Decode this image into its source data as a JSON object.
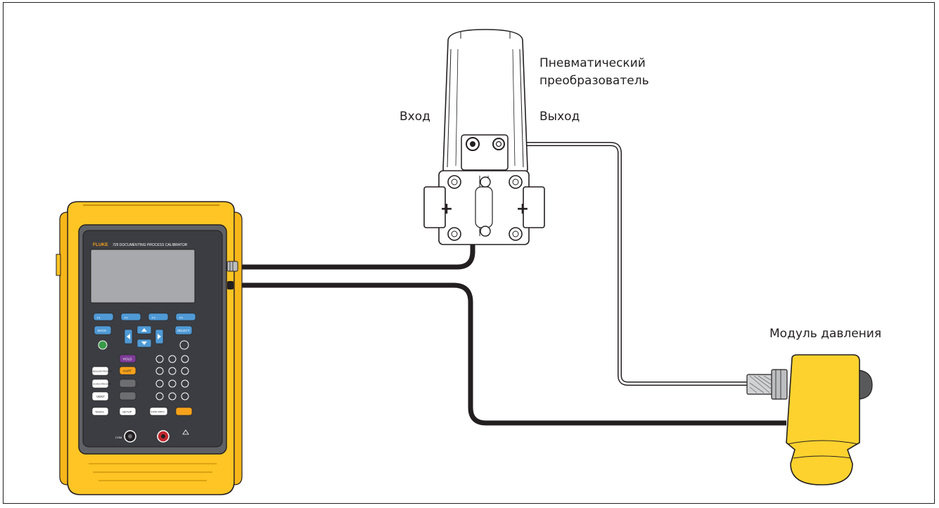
{
  "labels": {
    "transmitter_line1": "Пневматический",
    "transmitter_line2": "преобразователь",
    "input": "Вход",
    "output": "Выход",
    "pressure_module": "Модуль давления"
  },
  "calibrator": {
    "brand": "FLUKE",
    "model_title": "729 DOCUMENTING PROCESS CALIBRATOR",
    "softkeys": [
      "F1",
      "F2",
      "F3",
      "F4"
    ],
    "keys": {
      "back": "BACK",
      "select": "SELECT",
      "hold": "HOLD",
      "hart": "HART",
      "measure_pressure": "MEASURE PRESSURE",
      "source_pressure": "SOURCE PRESSURE",
      "vent": "VENT",
      "tasks": "TASKS",
      "setup": "SETUP",
      "clear_zero": "CLEAR (ZERO)",
      "com": "COM"
    }
  },
  "transmitter": {
    "plus_left": "+",
    "plus_right": "+"
  },
  "colors": {
    "housing_yellow": "#fec524",
    "module_yellow": "#fdd22e",
    "dark_panel": "#3b3d42",
    "screen_gray": "#a7a9ac",
    "softkey_blue": "#4f9ad6",
    "hose_dark": "#231f20",
    "hold_purple": "#7d3c98",
    "hart_orange": "#f7a21b"
  }
}
